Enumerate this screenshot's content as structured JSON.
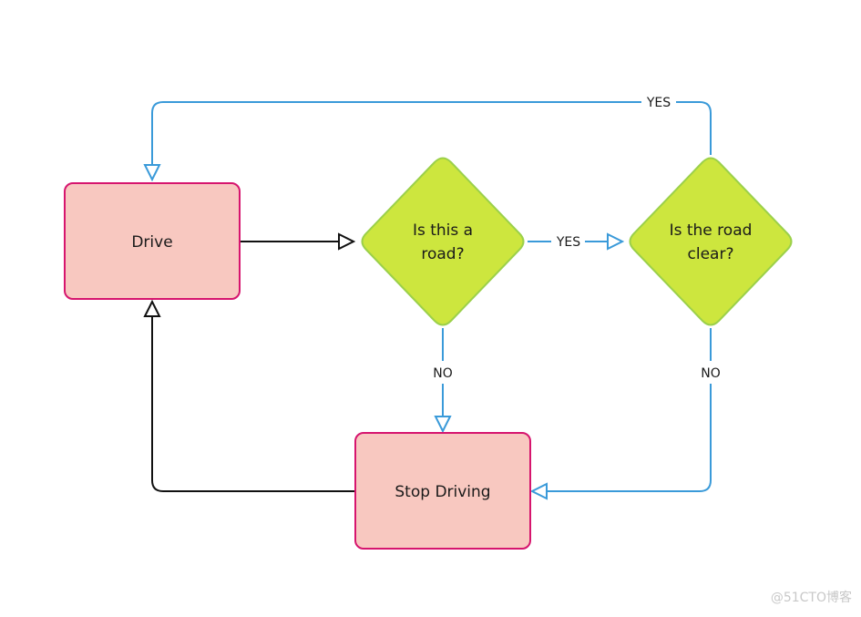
{
  "nodes": {
    "drive": {
      "label": "Drive"
    },
    "is_road": {
      "line1": "Is this a",
      "line2": "road?"
    },
    "is_clear": {
      "line1": "Is the road",
      "line2": "clear?"
    },
    "stop": {
      "label": "Stop Driving"
    }
  },
  "edges": {
    "yes_road": "YES",
    "yes_clear": "YES",
    "no_road": "NO",
    "no_clear": "NO"
  },
  "colors": {
    "process_fill": "#f8c8c0",
    "process_stroke": "#d6156e",
    "decision_fill": "#cde63e",
    "decision_stroke": "#9bd04a",
    "blue_edge": "#3a9ad9",
    "black_edge": "#111111"
  },
  "watermark": "@51CTO博客"
}
